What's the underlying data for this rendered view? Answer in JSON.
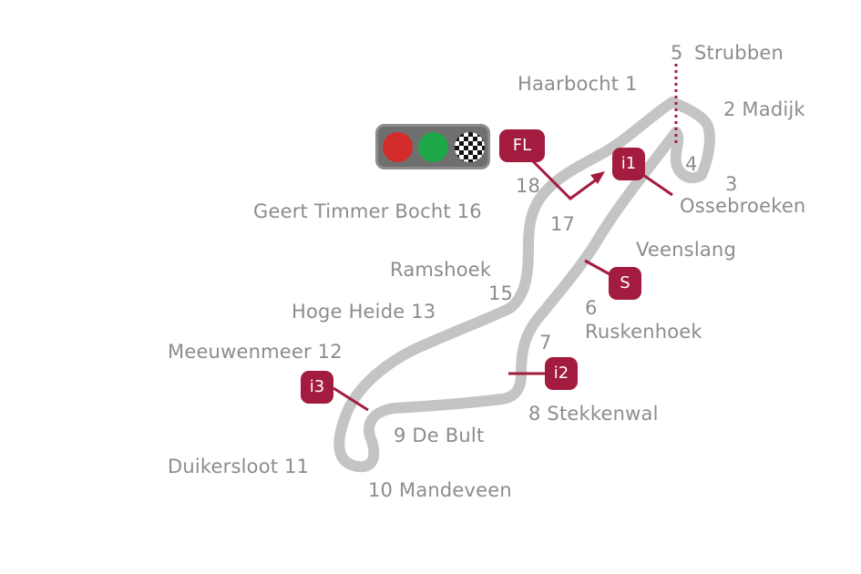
{
  "corners": {
    "c1": "Haarbocht 1",
    "c2": "2 Madijk",
    "c3": "3",
    "c3_name": "Ossebroeken",
    "c4": "4",
    "c5": "5",
    "c5_name": "Strubben",
    "veenslang": "Veenslang",
    "c6": "6",
    "c6_name": "Ruskenhoek",
    "c7": "7",
    "c8": "8 Stekkenwal",
    "c9": "9 De Bult",
    "c10": "10 Mandeveen",
    "c11": "Duikersloot 11",
    "c12": "Meeuwenmeer 12",
    "c13": "Hoge Heide 13",
    "ramshoek": "Ramshoek",
    "c15": "15",
    "c16": "Geert Timmer Bocht 16",
    "c17": "17",
    "c18": "18"
  },
  "markers": {
    "fl": "FL",
    "i1": "i1",
    "s": "S",
    "i2": "i2",
    "i3": "i3"
  },
  "colors": {
    "track": "#c4c4c4",
    "marker": "#a31b3e",
    "label": "#8c8c8c"
  },
  "start_lights": [
    "red-light-icon",
    "green-light-icon",
    "checkered-flag-icon"
  ]
}
